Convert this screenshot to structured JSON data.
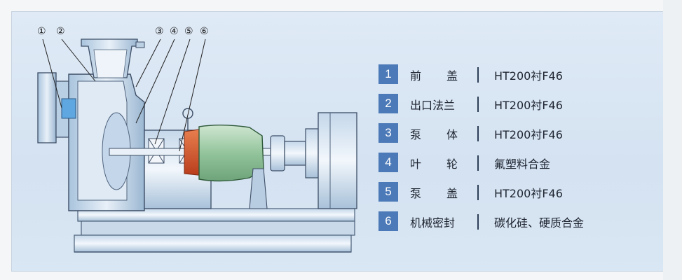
{
  "callouts": [
    "①",
    "②",
    "③",
    "④",
    "⑤",
    "⑥"
  ],
  "parts": [
    {
      "number": "1",
      "name": "前盖",
      "material": "HT200衬F46"
    },
    {
      "number": "2",
      "name": "出口法兰",
      "material": "HT200衬F46"
    },
    {
      "number": "3",
      "name": "泵体",
      "material": "HT200衬F46"
    },
    {
      "number": "4",
      "name": "叶轮",
      "material": "氟塑料合金"
    },
    {
      "number": "5",
      "name": "泵盖",
      "material": "HT200衬F46"
    },
    {
      "number": "6",
      "name": "机械密封",
      "material": "碳化硅、硬质合金"
    }
  ],
  "colors": {
    "badge": "#4c79b7",
    "impeller": "#d2502a",
    "motor_body": "#9fc9a5",
    "panel": "#dbe7f4"
  }
}
